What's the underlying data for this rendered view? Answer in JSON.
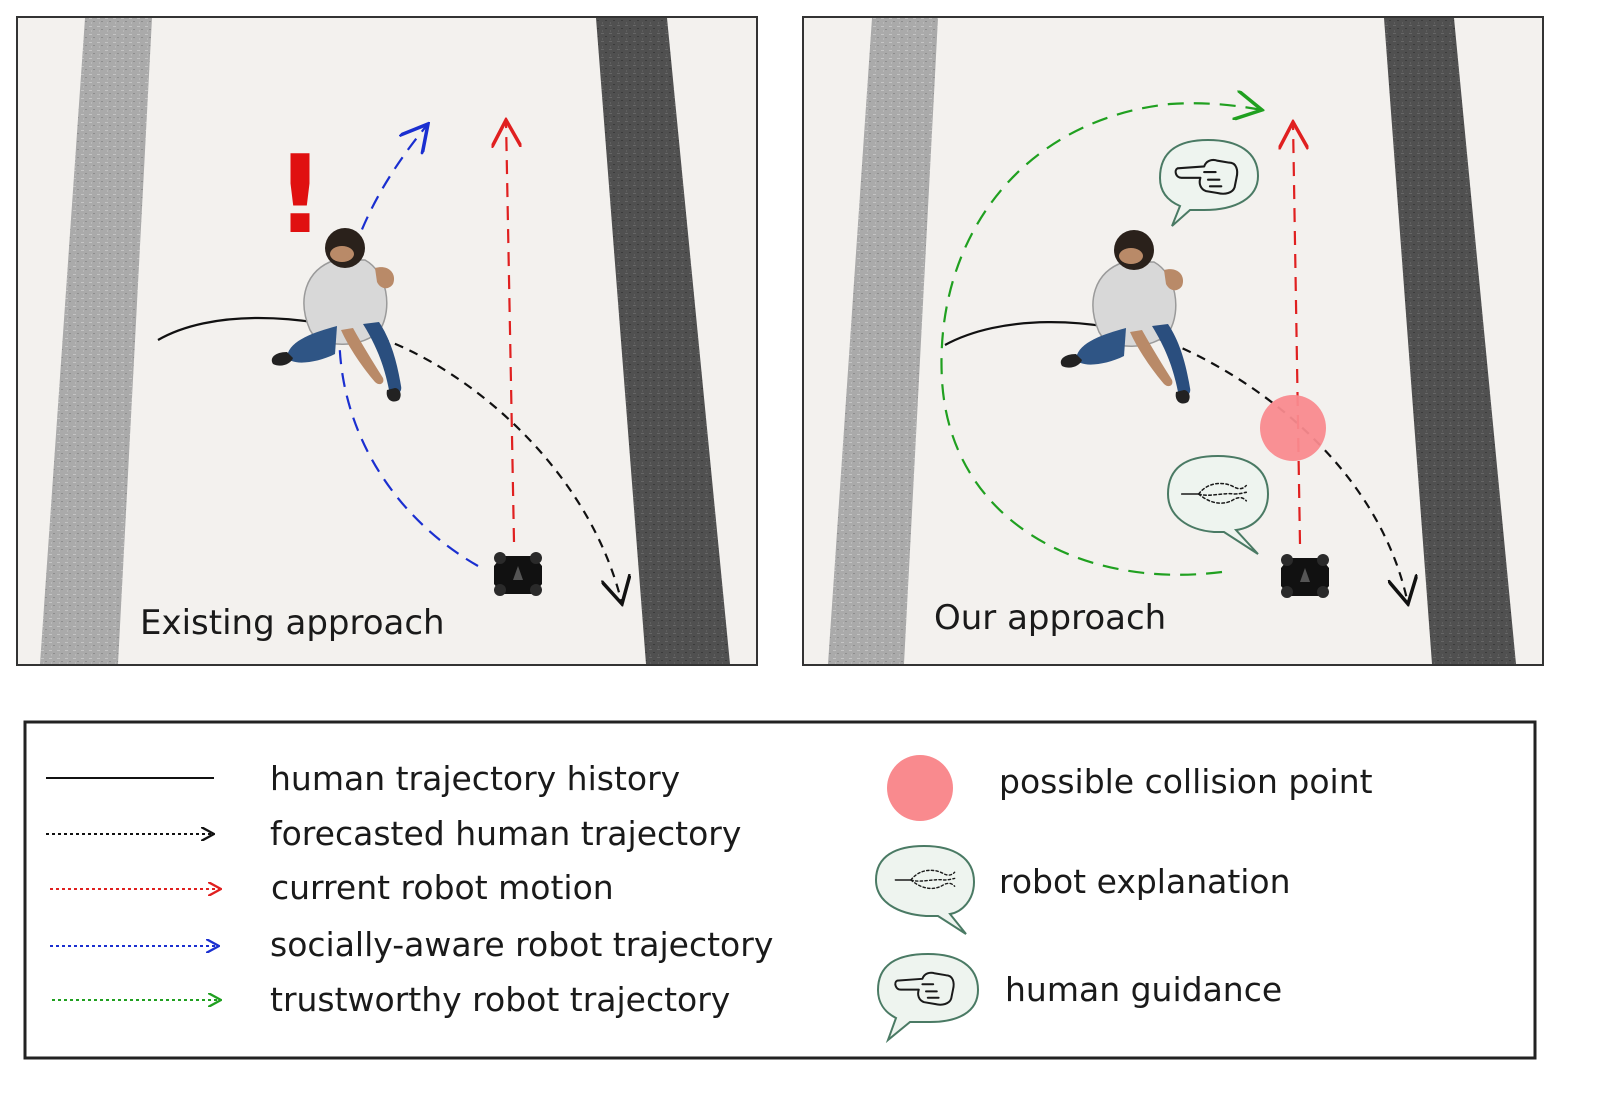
{
  "panels": {
    "left": {
      "caption": "Existing approach"
    },
    "right": {
      "caption": "Our approach"
    }
  },
  "warning": {
    "symbol": "!"
  },
  "legend": {
    "items": [
      {
        "label": "human trajectory history",
        "style": "solid",
        "color": "#111111"
      },
      {
        "label": "forecasted human trajectory",
        "style": "dashed-arrow",
        "color": "#111111"
      },
      {
        "label": "current robot motion",
        "style": "dashed-arrow",
        "color": "#e02020"
      },
      {
        "label": "socially-aware robot trajectory",
        "style": "dashed-arrow",
        "color": "#1a2fd0"
      },
      {
        "label": "trustworthy robot trajectory",
        "style": "dashed-arrow",
        "color": "#20a020"
      },
      {
        "label": "possible collision point",
        "style": "circle",
        "color": "#f98a8e"
      },
      {
        "label": "robot explanation",
        "style": "speech-bubble",
        "icon": "trajectory-sketch-icon"
      },
      {
        "label": "human guidance",
        "style": "speech-bubble",
        "icon": "pointing-hand-icon"
      }
    ]
  },
  "colors": {
    "floor": "#f3f1ee",
    "wall_light": "#a9a9a9",
    "wall_dark": "#4f4f4f",
    "bubble_stroke": "#4a7a64",
    "bubble_fill": "#eef4ef"
  }
}
